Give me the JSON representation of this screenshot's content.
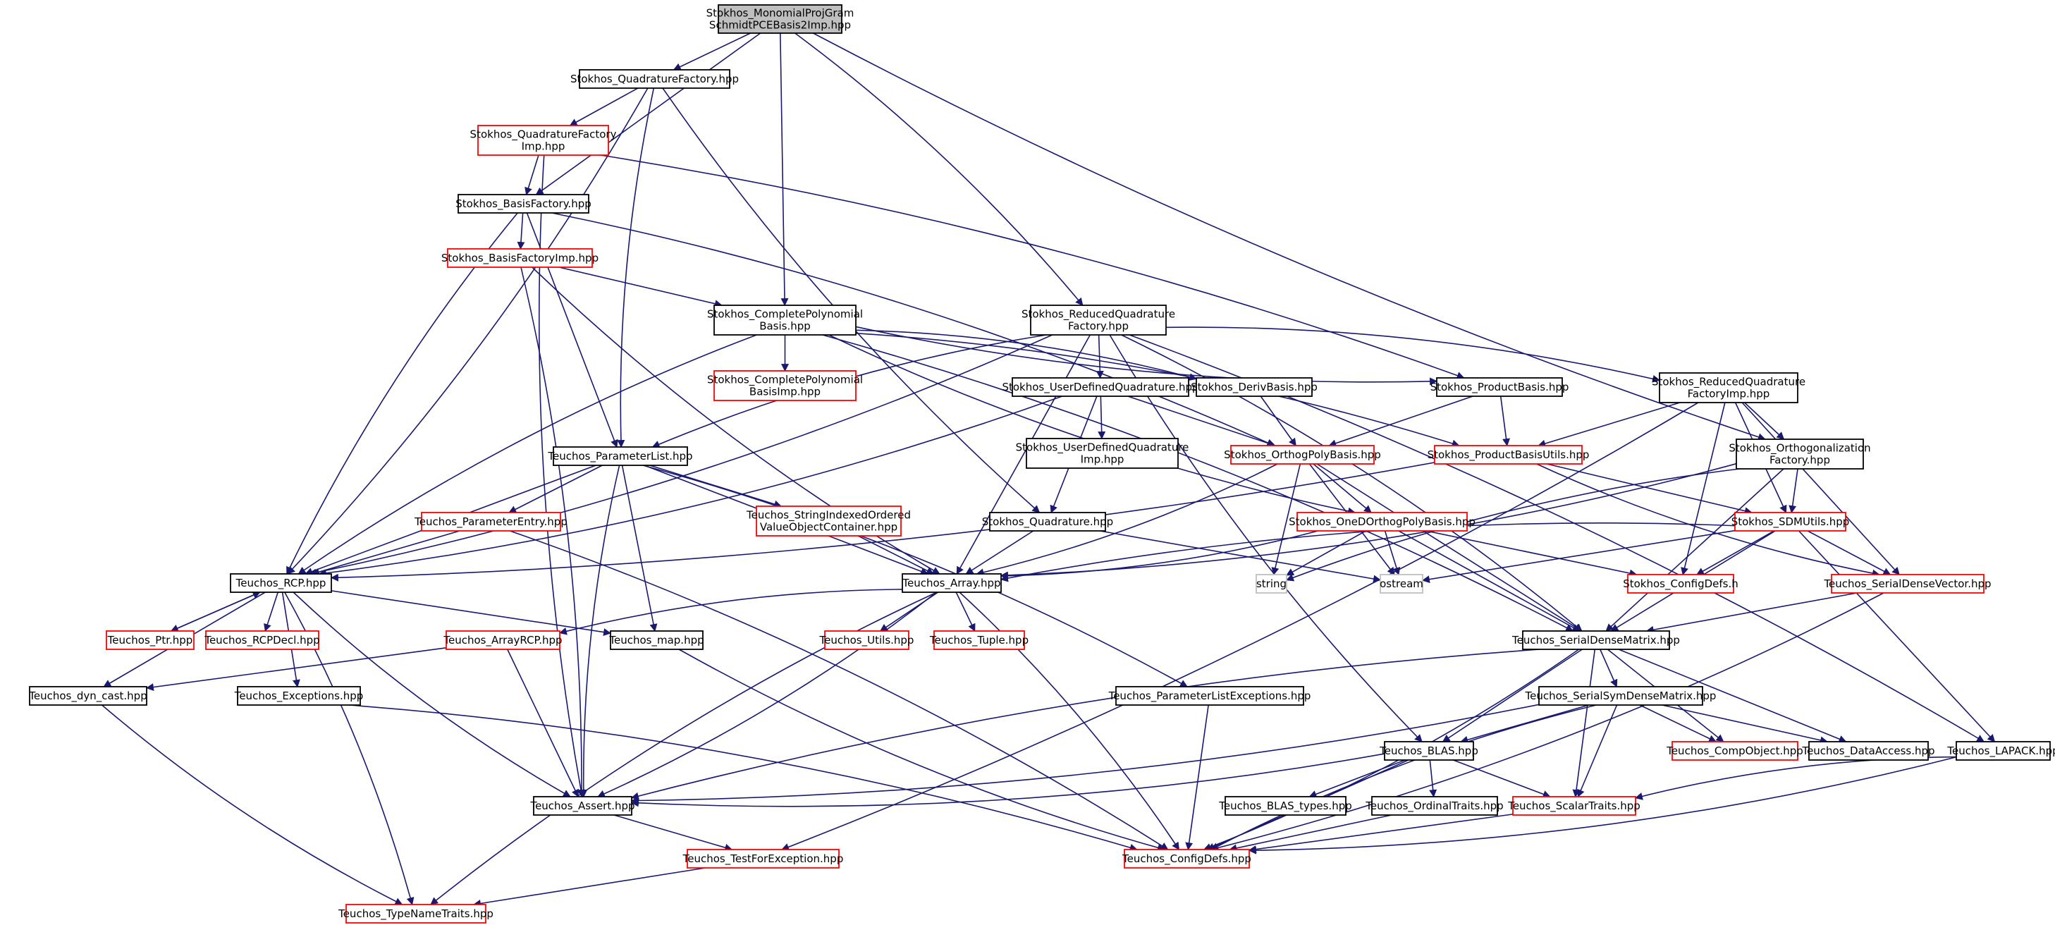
{
  "colors": {
    "edge": "#191970",
    "black_border": "#000000",
    "red_border": "#ff0000",
    "grey_border": "#bfbfbf",
    "root_fill": "#bfbfbf"
  },
  "nodes": [
    {
      "id": "root",
      "lines": [
        "Stokhos_MonomialProjGram",
        "SchmidtPCEBasis2Imp.hpp"
      ],
      "style": "root"
    },
    {
      "id": "quadfac",
      "lines": [
        "Stokhos_QuadratureFactory.hpp"
      ],
      "style": "black"
    },
    {
      "id": "quadfacimp",
      "lines": [
        "Stokhos_QuadratureFactory",
        "Imp.hpp"
      ],
      "style": "red"
    },
    {
      "id": "basisfac",
      "lines": [
        "Stokhos_BasisFactory.hpp"
      ],
      "style": "black"
    },
    {
      "id": "basisfacimp",
      "lines": [
        "Stokhos_BasisFactoryImp.hpp"
      ],
      "style": "red"
    },
    {
      "id": "complpoly",
      "lines": [
        "Stokhos_CompletePolynomial",
        "Basis.hpp"
      ],
      "style": "black"
    },
    {
      "id": "complpolyimp",
      "lines": [
        "Stokhos_CompletePolynomial",
        "BasisImp.hpp"
      ],
      "style": "red"
    },
    {
      "id": "redquad",
      "lines": [
        "Stokhos_ReducedQuadrature",
        "Factory.hpp"
      ],
      "style": "black"
    },
    {
      "id": "userquad",
      "lines": [
        "Stokhos_UserDefinedQuadrature.hpp"
      ],
      "style": "black"
    },
    {
      "id": "userquadimp",
      "lines": [
        "Stokhos_UserDefinedQuadrature",
        "Imp.hpp"
      ],
      "style": "black"
    },
    {
      "id": "derivbasis",
      "lines": [
        "Stokhos_DerivBasis.hpp"
      ],
      "style": "black"
    },
    {
      "id": "prodbasis",
      "lines": [
        "Stokhos_ProductBasis.hpp"
      ],
      "style": "black"
    },
    {
      "id": "redquadimp",
      "lines": [
        "Stokhos_ReducedQuadrature",
        "FactoryImp.hpp"
      ],
      "style": "black"
    },
    {
      "id": "orthfac",
      "lines": [
        "Stokhos_Orthogonalization",
        "Factory.hpp"
      ],
      "style": "black"
    },
    {
      "id": "orthpoly",
      "lines": [
        "Stokhos_OrthogPolyBasis.hpp"
      ],
      "style": "red"
    },
    {
      "id": "produtils",
      "lines": [
        "Stokhos_ProductBasisUtils.hpp"
      ],
      "style": "red"
    },
    {
      "id": "paramlist",
      "lines": [
        "Teuchos_ParameterList.hpp"
      ],
      "style": "black"
    },
    {
      "id": "paramentry",
      "lines": [
        "Teuchos_ParameterEntry.hpp"
      ],
      "style": "red"
    },
    {
      "id": "strindexed",
      "lines": [
        "Teuchos_StringIndexedOrdered",
        "ValueObjectContainer.hpp"
      ],
      "style": "red"
    },
    {
      "id": "quadrature",
      "lines": [
        "Stokhos_Quadrature.hpp"
      ],
      "style": "black"
    },
    {
      "id": "onedortho",
      "lines": [
        "Stokhos_OneDOrthogPolyBasis.hpp"
      ],
      "style": "red"
    },
    {
      "id": "sdmutils",
      "lines": [
        "Stokhos_SDMUtils.hpp"
      ],
      "style": "red"
    },
    {
      "id": "rcp",
      "lines": [
        "Teuchos_RCP.hpp"
      ],
      "style": "black"
    },
    {
      "id": "array",
      "lines": [
        "Teuchos_Array.hpp"
      ],
      "style": "black"
    },
    {
      "id": "string",
      "lines": [
        "string"
      ],
      "style": "grey"
    },
    {
      "id": "ostream",
      "lines": [
        "ostream"
      ],
      "style": "grey"
    },
    {
      "id": "stokconfig",
      "lines": [
        "Stokhos_ConfigDefs.h"
      ],
      "style": "red"
    },
    {
      "id": "serialvec",
      "lines": [
        "Teuchos_SerialDenseVector.hpp"
      ],
      "style": "red"
    },
    {
      "id": "ptr",
      "lines": [
        "Teuchos_Ptr.hpp"
      ],
      "style": "red"
    },
    {
      "id": "rcpdecl",
      "lines": [
        "Teuchos_RCPDecl.hpp"
      ],
      "style": "red"
    },
    {
      "id": "arrayrcp",
      "lines": [
        "Teuchos_ArrayRCP.hpp"
      ],
      "style": "red"
    },
    {
      "id": "map",
      "lines": [
        "Teuchos_map.hpp"
      ],
      "style": "black"
    },
    {
      "id": "utils",
      "lines": [
        "Teuchos_Utils.hpp"
      ],
      "style": "red"
    },
    {
      "id": "tuple",
      "lines": [
        "Teuchos_Tuple.hpp"
      ],
      "style": "red"
    },
    {
      "id": "serialmat",
      "lines": [
        "Teuchos_SerialDenseMatrix.hpp"
      ],
      "style": "black"
    },
    {
      "id": "dyncast",
      "lines": [
        "Teuchos_dyn_cast.hpp"
      ],
      "style": "black"
    },
    {
      "id": "exceptions",
      "lines": [
        "Teuchos_Exceptions.hpp"
      ],
      "style": "black"
    },
    {
      "id": "plexceptions",
      "lines": [
        "Teuchos_ParameterListExceptions.hpp"
      ],
      "style": "black"
    },
    {
      "id": "symmat",
      "lines": [
        "Teuchos_SerialSymDenseMatrix.hpp"
      ],
      "style": "black"
    },
    {
      "id": "blas",
      "lines": [
        "Teuchos_BLAS.hpp"
      ],
      "style": "black"
    },
    {
      "id": "compobj",
      "lines": [
        "Teuchos_CompObject.hpp"
      ],
      "style": "red"
    },
    {
      "id": "dataaccess",
      "lines": [
        "Teuchos_DataAccess.hpp"
      ],
      "style": "black"
    },
    {
      "id": "lapack",
      "lines": [
        "Teuchos_LAPACK.hpp"
      ],
      "style": "black"
    },
    {
      "id": "assert",
      "lines": [
        "Teuchos_Assert.hpp"
      ],
      "style": "black"
    },
    {
      "id": "blastypes",
      "lines": [
        "Teuchos_BLAS_types.hpp"
      ],
      "style": "black"
    },
    {
      "id": "ordinal",
      "lines": [
        "Teuchos_OrdinalTraits.hpp"
      ],
      "style": "black"
    },
    {
      "id": "scalar",
      "lines": [
        "Teuchos_ScalarTraits.hpp"
      ],
      "style": "red"
    },
    {
      "id": "testexc",
      "lines": [
        "Teuchos_TestForException.hpp"
      ],
      "style": "red"
    },
    {
      "id": "configdefs",
      "lines": [
        "Teuchos_ConfigDefs.hpp"
      ],
      "style": "red"
    },
    {
      "id": "typename",
      "lines": [
        "Teuchos_TypeNameTraits.hpp"
      ],
      "style": "red"
    }
  ],
  "edges": [
    [
      "root",
      "quadfac"
    ],
    [
      "root",
      "basisfac"
    ],
    [
      "root",
      "complpoly"
    ],
    [
      "root",
      "redquad"
    ],
    [
      "root",
      "orthfac"
    ],
    [
      "quadfac",
      "quadfacimp"
    ],
    [
      "quadfac",
      "paramlist"
    ],
    [
      "quadfac",
      "rcp"
    ],
    [
      "quadfac",
      "quadrature"
    ],
    [
      "quadfacimp",
      "basisfac"
    ],
    [
      "quadfacimp",
      "assert"
    ],
    [
      "quadfacimp",
      "prodbasis"
    ],
    [
      "basisfac",
      "basisfacimp"
    ],
    [
      "basisfac",
      "paramlist"
    ],
    [
      "basisfac",
      "rcp"
    ],
    [
      "basisfac",
      "orthpoly"
    ],
    [
      "basisfacimp",
      "complpoly"
    ],
    [
      "basisfacimp",
      "assert"
    ],
    [
      "basisfacimp",
      "array"
    ],
    [
      "complpoly",
      "complpolyimp"
    ],
    [
      "complpoly",
      "rcp"
    ],
    [
      "complpoly",
      "derivbasis"
    ],
    [
      "complpoly",
      "prodbasis"
    ],
    [
      "complpoly",
      "produtils"
    ],
    [
      "complpoly",
      "onedortho"
    ],
    [
      "complpoly",
      "serialmat"
    ],
    [
      "redquad",
      "userquad"
    ],
    [
      "redquad",
      "redquadimp"
    ],
    [
      "redquad",
      "paramlist"
    ],
    [
      "redquad",
      "rcp"
    ],
    [
      "redquad",
      "array"
    ],
    [
      "redquad",
      "serialmat"
    ],
    [
      "redquad",
      "blas"
    ],
    [
      "redquad",
      "lapack"
    ],
    [
      "userquad",
      "userquadimp"
    ],
    [
      "userquad",
      "quadrature"
    ],
    [
      "userquad",
      "orthpoly"
    ],
    [
      "userquad",
      "rcp"
    ],
    [
      "derivbasis",
      "orthpoly"
    ],
    [
      "prodbasis",
      "orthpoly"
    ],
    [
      "prodbasis",
      "produtils"
    ],
    [
      "redquadimp",
      "produtils"
    ],
    [
      "redquadimp",
      "orthfac"
    ],
    [
      "redquadimp",
      "sdmutils"
    ],
    [
      "redquadimp",
      "stokconfig"
    ],
    [
      "redquadimp",
      "testexc"
    ],
    [
      "redquadimp",
      "serialvec"
    ],
    [
      "orthfac",
      "sdmutils"
    ],
    [
      "orthfac",
      "string"
    ],
    [
      "orthfac",
      "array"
    ],
    [
      "orthfac",
      "serialmat"
    ],
    [
      "produtils",
      "sdmutils"
    ],
    [
      "produtils",
      "serialvec"
    ],
    [
      "produtils",
      "rcp"
    ],
    [
      "orthpoly",
      "onedortho"
    ],
    [
      "orthpoly",
      "array"
    ],
    [
      "orthpoly",
      "string"
    ],
    [
      "orthpoly",
      "ostream"
    ],
    [
      "orthpoly",
      "serialmat"
    ],
    [
      "paramlist",
      "paramentry"
    ],
    [
      "paramlist",
      "strindexed"
    ],
    [
      "paramlist",
      "rcp"
    ],
    [
      "paramlist",
      "array"
    ],
    [
      "paramlist",
      "map"
    ],
    [
      "paramlist",
      "assert"
    ],
    [
      "paramlist",
      "plexceptions"
    ],
    [
      "paramentry",
      "rcp"
    ],
    [
      "paramentry",
      "configdefs"
    ],
    [
      "strindexed",
      "array"
    ],
    [
      "quadrature",
      "array"
    ],
    [
      "quadrature",
      "ostream"
    ],
    [
      "onedortho",
      "array"
    ],
    [
      "onedortho",
      "string"
    ],
    [
      "onedortho",
      "ostream"
    ],
    [
      "onedortho",
      "stokconfig"
    ],
    [
      "onedortho",
      "serialmat"
    ],
    [
      "sdmutils",
      "array"
    ],
    [
      "sdmutils",
      "ostream"
    ],
    [
      "sdmutils",
      "stokconfig"
    ],
    [
      "sdmutils",
      "serialvec"
    ],
    [
      "sdmutils",
      "serialmat"
    ],
    [
      "sdmutils",
      "lapack"
    ],
    [
      "serialvec",
      "serialmat"
    ],
    [
      "serialvec",
      "configdefs"
    ],
    [
      "rcp",
      "ptr"
    ],
    [
      "ptr",
      "rcp"
    ],
    [
      "rcp",
      "rcpdecl"
    ],
    [
      "rcp",
      "map"
    ],
    [
      "rcp",
      "dyncast"
    ],
    [
      "rcp",
      "exceptions"
    ],
    [
      "rcp",
      "assert"
    ],
    [
      "rcp",
      "typename"
    ],
    [
      "array",
      "arrayrcp"
    ],
    [
      "array",
      "utils"
    ],
    [
      "array",
      "tuple"
    ],
    [
      "array",
      "assert"
    ],
    [
      "array",
      "typename"
    ],
    [
      "array",
      "configdefs"
    ],
    [
      "arrayrcp",
      "dyncast"
    ],
    [
      "arrayrcp",
      "assert"
    ],
    [
      "map",
      "configdefs"
    ],
    [
      "serialmat",
      "symmat"
    ],
    [
      "serialmat",
      "blas"
    ],
    [
      "serialmat",
      "compobj"
    ],
    [
      "serialmat",
      "dataaccess"
    ],
    [
      "serialmat",
      "scalar"
    ],
    [
      "serialmat",
      "assert"
    ],
    [
      "serialmat",
      "configdefs"
    ],
    [
      "dyncast",
      "typename"
    ],
    [
      "exceptions",
      "configdefs"
    ],
    [
      "plexceptions",
      "configdefs"
    ],
    [
      "symmat",
      "blas"
    ],
    [
      "symmat",
      "compobj"
    ],
    [
      "symmat",
      "dataaccess"
    ],
    [
      "symmat",
      "scalar"
    ],
    [
      "symmat",
      "assert"
    ],
    [
      "symmat",
      "configdefs"
    ],
    [
      "blas",
      "assert"
    ],
    [
      "blas",
      "blastypes"
    ],
    [
      "blas",
      "ordinal"
    ],
    [
      "blas",
      "scalar"
    ],
    [
      "blas",
      "configdefs"
    ],
    [
      "lapack",
      "scalar"
    ],
    [
      "lapack",
      "configdefs"
    ],
    [
      "assert",
      "testexc"
    ],
    [
      "testexc",
      "typename"
    ],
    [
      "ordinal",
      "configdefs"
    ],
    [
      "scalar",
      "configdefs"
    ]
  ]
}
